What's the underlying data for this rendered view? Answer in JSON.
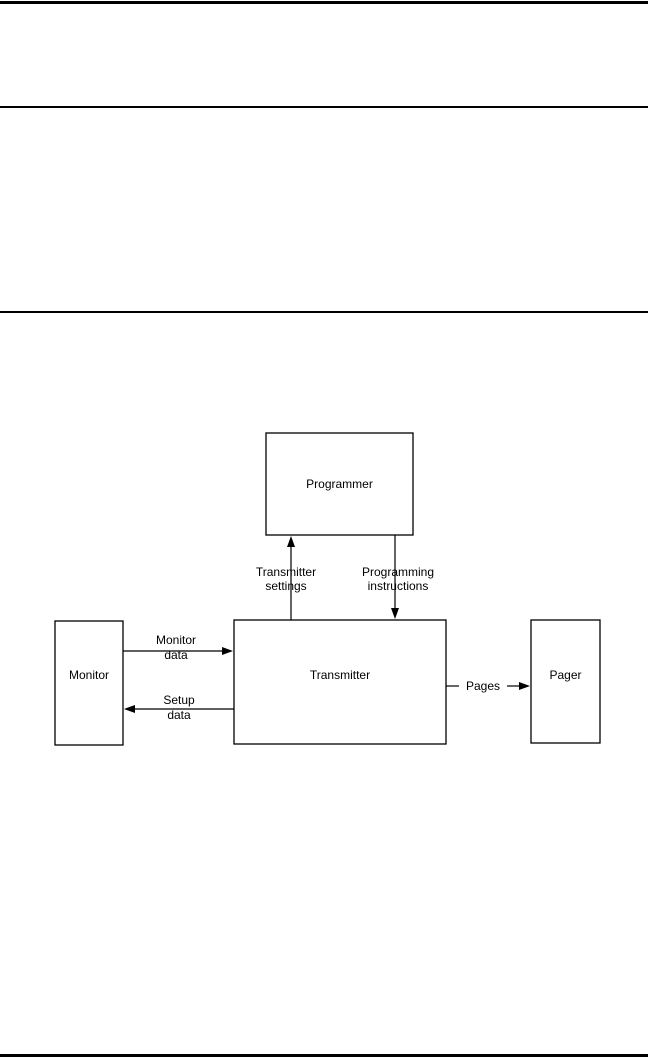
{
  "colors": {
    "background": "#ffffff",
    "ink": "#000000"
  },
  "nodes": {
    "programmer": "Programmer",
    "monitor": "Monitor",
    "transmitter": "Transmitter",
    "pager": "Pager"
  },
  "edges": {
    "transmitter_settings": [
      "Transmitter",
      "settings"
    ],
    "programming_instructions": [
      "Programming",
      "instructions"
    ],
    "monitor_data": [
      "Monitor",
      "data"
    ],
    "setup_data": [
      "Setup",
      "data"
    ],
    "pages": "Pages"
  }
}
